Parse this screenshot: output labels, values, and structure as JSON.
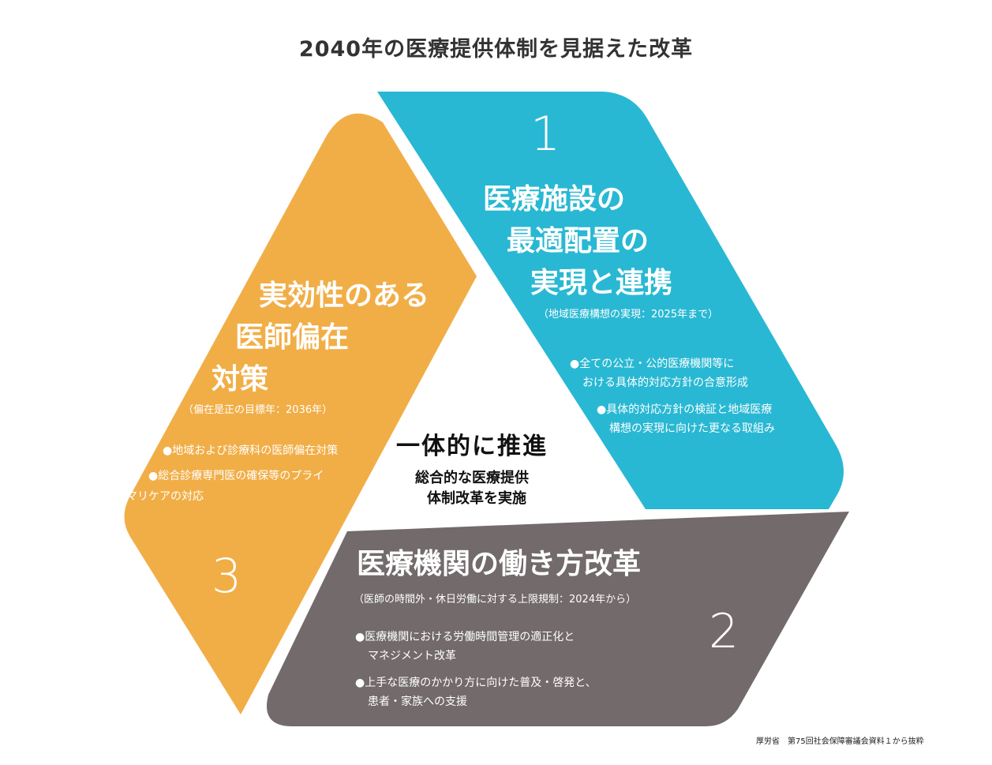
{
  "title": "2040年の医療提供体制を見据えた改革",
  "center": {
    "main": "一体的に推進",
    "sub1": "総合的な医療提供",
    "sub2": "体制改革を実施"
  },
  "panel1": {
    "number": "1",
    "heading": [
      "医療施設の",
      "最適配置の",
      "実現と連携"
    ],
    "subtitle": "（地域医療構想の実現：2025年まで）",
    "bullets": [
      [
        "●全ての公立・公的医療機関等に",
        "おける具体的対応方針の合意形成"
      ],
      [
        "●具体的対応方針の検証と地域医療",
        "構想の実現に向けた更なる取組み"
      ]
    ],
    "color": "#29b8d3"
  },
  "panel2": {
    "number": "2",
    "heading": "医療機関の働き方改革",
    "subtitle": "（医師の時間外・休日労働に対する上限規制：2024年から）",
    "bullets": [
      [
        "●医療機関における労働時間管理の適正化と",
        "マネジメント改革"
      ],
      [
        "●上手な医療のかかり方に向けた普及・啓発と、",
        "患者・家族への支援"
      ]
    ],
    "color": "#726a6b"
  },
  "panel3": {
    "number": "3",
    "heading": [
      "実効性のある",
      "医師偏在",
      "対策"
    ],
    "subtitle": "（偏在是正の目標年：2036年）",
    "bullets": [
      [
        "●地域および診療科の医師偏在対策"
      ],
      [
        "●総合診療専門医の確保等のプライ",
        "マリケアの対応"
      ]
    ],
    "color": "#f1ae47"
  },
  "source": "厚労省　第75回社会保障審議会資料１から抜粋"
}
